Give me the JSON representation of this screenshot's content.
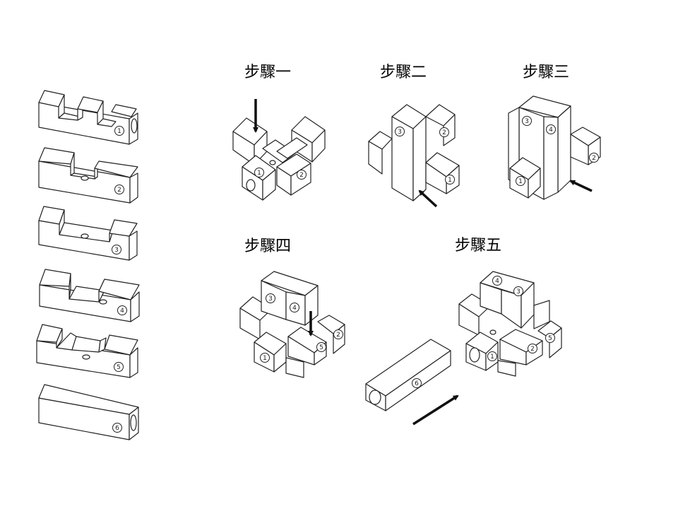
{
  "steps": [
    {
      "title": "步驟一"
    },
    {
      "title": "步驟二"
    },
    {
      "title": "步驟三"
    },
    {
      "title": "步驟四"
    },
    {
      "title": "步驟五"
    }
  ],
  "pieces": [
    {
      "label": "1"
    },
    {
      "label": "2"
    },
    {
      "label": "3"
    },
    {
      "label": "4"
    },
    {
      "label": "5"
    },
    {
      "label": "6"
    }
  ],
  "colors": {
    "stroke": "#222222",
    "fill": "#ffffff",
    "arrow": "#111111"
  }
}
